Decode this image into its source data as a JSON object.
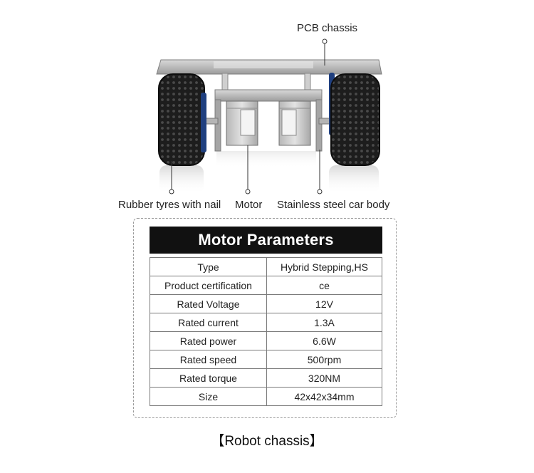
{
  "callouts": {
    "pcb": "PCB chassis",
    "tyres": "Rubber tyres with nail",
    "motor": "Motor",
    "body": "Stainless steel car body"
  },
  "table": {
    "title": "Motor Parameters",
    "rows": [
      {
        "key": "Type",
        "value": "Hybrid Stepping,HS"
      },
      {
        "key": "Product certification",
        "value": "ce"
      },
      {
        "key": "Rated Voltage",
        "value": "12V"
      },
      {
        "key": "Rated current",
        "value": "1.3A"
      },
      {
        "key": "Rated power",
        "value": "6.6W"
      },
      {
        "key": "Rated speed",
        "value": "500rpm"
      },
      {
        "key": "Rated torque",
        "value": "320NM"
      },
      {
        "key": "Size",
        "value": "42x42x34mm"
      }
    ]
  },
  "caption": "【Robot chassis】"
}
